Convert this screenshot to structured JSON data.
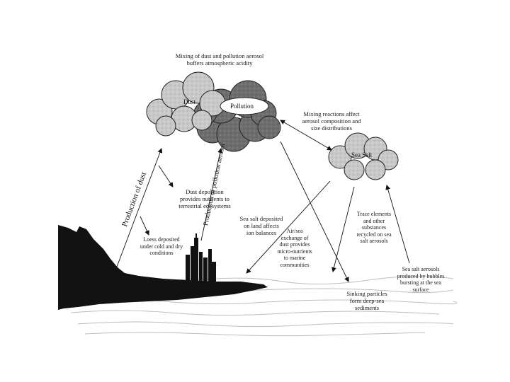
{
  "clouds": {
    "dust": "Dust",
    "pollution": "Pollution",
    "sea_salt": "Sea Salt"
  },
  "labels": {
    "mixing_dust_pollution": [
      "Mixing of dust and pollution aerosol",
      "buffers atmospheric acidity"
    ],
    "mixing_reactions": [
      "Mixing reactions affect",
      "aerosol composition and",
      "size distributions"
    ],
    "production_dust": "Production of dust",
    "production_pollution": "Production of pollution aerosol",
    "dust_deposition": [
      "Dust deposition",
      "provides nutrients to",
      "terrestrial ecosystems"
    ],
    "loess": [
      "Loess deposited",
      "under cold and dry",
      "conditions"
    ],
    "sea_salt_land": [
      "Sea salt deposited",
      "on land affects",
      "ion balances"
    ],
    "air_sea_exchange": [
      "Air/sea",
      "exchange of",
      "dust provides",
      "micro-nutrients",
      "to marine",
      "communities"
    ],
    "trace_elements": [
      "Trace elements",
      "and other",
      "substances",
      "recycled on sea",
      "salt aerosols"
    ],
    "sea_salt_bubbles": [
      "Sea salt aerosols",
      "produced by bubbles",
      "bursting at the sea",
      "surface"
    ],
    "sinking_particles": [
      "Sinking particles",
      "form deep-sea",
      "sediments"
    ]
  },
  "colors": {
    "dust_cloud": "#d9d9d9",
    "pollution_cloud": "#7a7a7a",
    "sea_salt_cloud": "#cfcfcf",
    "land": "#111111",
    "sea_lines": "#b8b8b8"
  }
}
